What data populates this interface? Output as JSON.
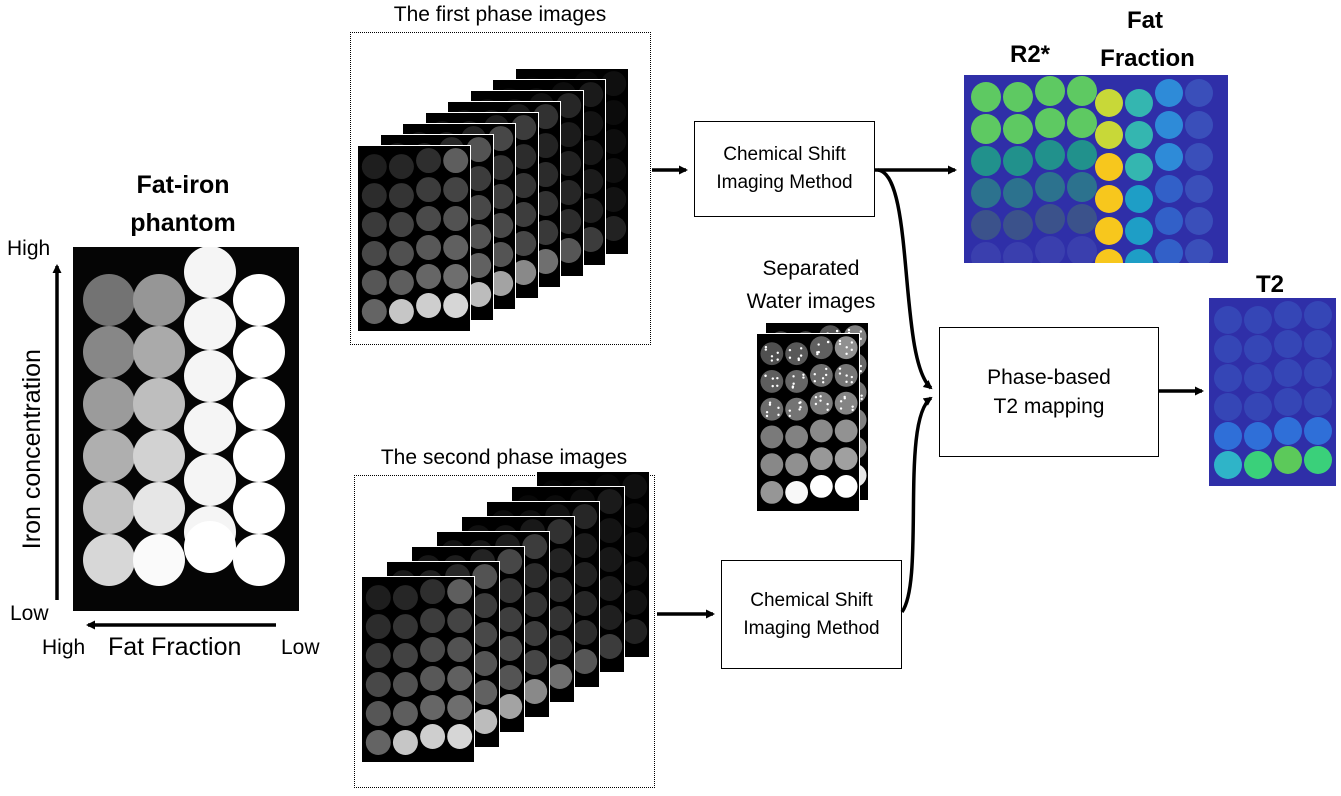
{
  "phantom": {
    "title_line1": "Fat-iron",
    "title_line2": "phantom",
    "y_axis_label": "Iron concentration",
    "y_high": "High",
    "y_low": "Low",
    "x_axis_label": "Fat Fraction",
    "x_high": "High",
    "x_low": "Low"
  },
  "first_phase": {
    "label": "The first phase images"
  },
  "second_phase": {
    "label": "The second phase images"
  },
  "process": {
    "csi_top_line1": "Chemical Shift",
    "csi_top_line2": "Imaging Method",
    "csi_bottom_line1": "Chemical Shift",
    "csi_bottom_line2": "Imaging Method",
    "t2map_line1": "Phase-based",
    "t2map_line2": "T2 mapping"
  },
  "water": {
    "label_line1": "Separated",
    "label_line2": "Water images"
  },
  "outputs": {
    "r2star": "R2*",
    "ff_line1": "Fat",
    "ff_line2": "Fraction",
    "t2": "T2"
  },
  "colors": {
    "arrow": "#000000",
    "map_background": "#2f2fa8",
    "viridis_low": "#3e4a9b",
    "viridis_mid": "#21a6a0",
    "viridis_high": "#f5e22a"
  }
}
